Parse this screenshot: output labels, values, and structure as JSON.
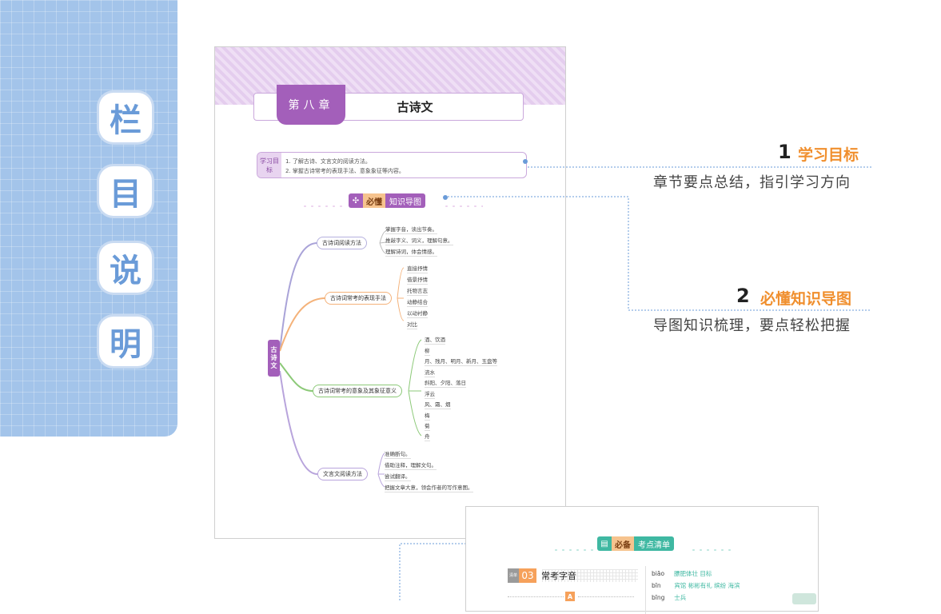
{
  "side": {
    "chars": [
      "栏",
      "目",
      "说",
      "明"
    ]
  },
  "page1": {
    "chapter_label": "第八章",
    "chapter_title": "古诗文",
    "goal_tag": "学习目标",
    "goals": [
      "1. 了解古诗、文言文的阅读方法。",
      "2. 掌握古诗常考的表现手法、意象象征等内容。"
    ],
    "map_head": {
      "icon": "✣",
      "bidong": "必懂",
      "label": "知识导图"
    },
    "root": "古诗文",
    "branches": [
      {
        "label": "古诗词阅读方法",
        "leaves": [
          "掌握字音，读出节奏。",
          "推敲字义、词义，理解句意。",
          "理解诗词，体会情感。"
        ]
      },
      {
        "label": "古诗词常考的表现手法",
        "leaves": [
          "直接抒情",
          "借景抒情",
          "托物言志",
          "动静结合",
          "以动衬静",
          "对比"
        ]
      },
      {
        "label": "古诗词常考的意象及其象征意义",
        "leaves": [
          "酒、饮酒",
          "柳",
          "月、残月、明月、新月、玉盘等",
          "流水",
          "斜阳、夕阳、落日",
          "浮云",
          "风、霜、烟",
          "梅",
          "菊",
          "舟"
        ]
      },
      {
        "label": "文言文阅读方法",
        "leaves": [
          "准确断句。",
          "借助注释，理解文句。",
          "尝试翻译。",
          "把握文章大意，领会作者的写作意图。"
        ]
      }
    ]
  },
  "captions": [
    {
      "num": "1",
      "title": "学习目标",
      "sub": "章节要点总结，指引学习方向"
    },
    {
      "num": "2",
      "title": "必懂知识导图",
      "sub": "导图知识梳理，要点轻松把握"
    }
  ],
  "page2": {
    "head": {
      "icon": "▤",
      "bibei": "必备",
      "label": "考点清单"
    },
    "section_tag": "清单",
    "section_num": "03",
    "section_title": "常考字音",
    "badge": "A",
    "pinyin_rows": [
      {
        "py": "biāo",
        "words": "膘肥体壮 目标"
      },
      {
        "py": "bīn",
        "words": "宾馆 彬彬有礼 缤纷 海滨"
      },
      {
        "py": "bīng",
        "words": "士兵"
      }
    ]
  }
}
